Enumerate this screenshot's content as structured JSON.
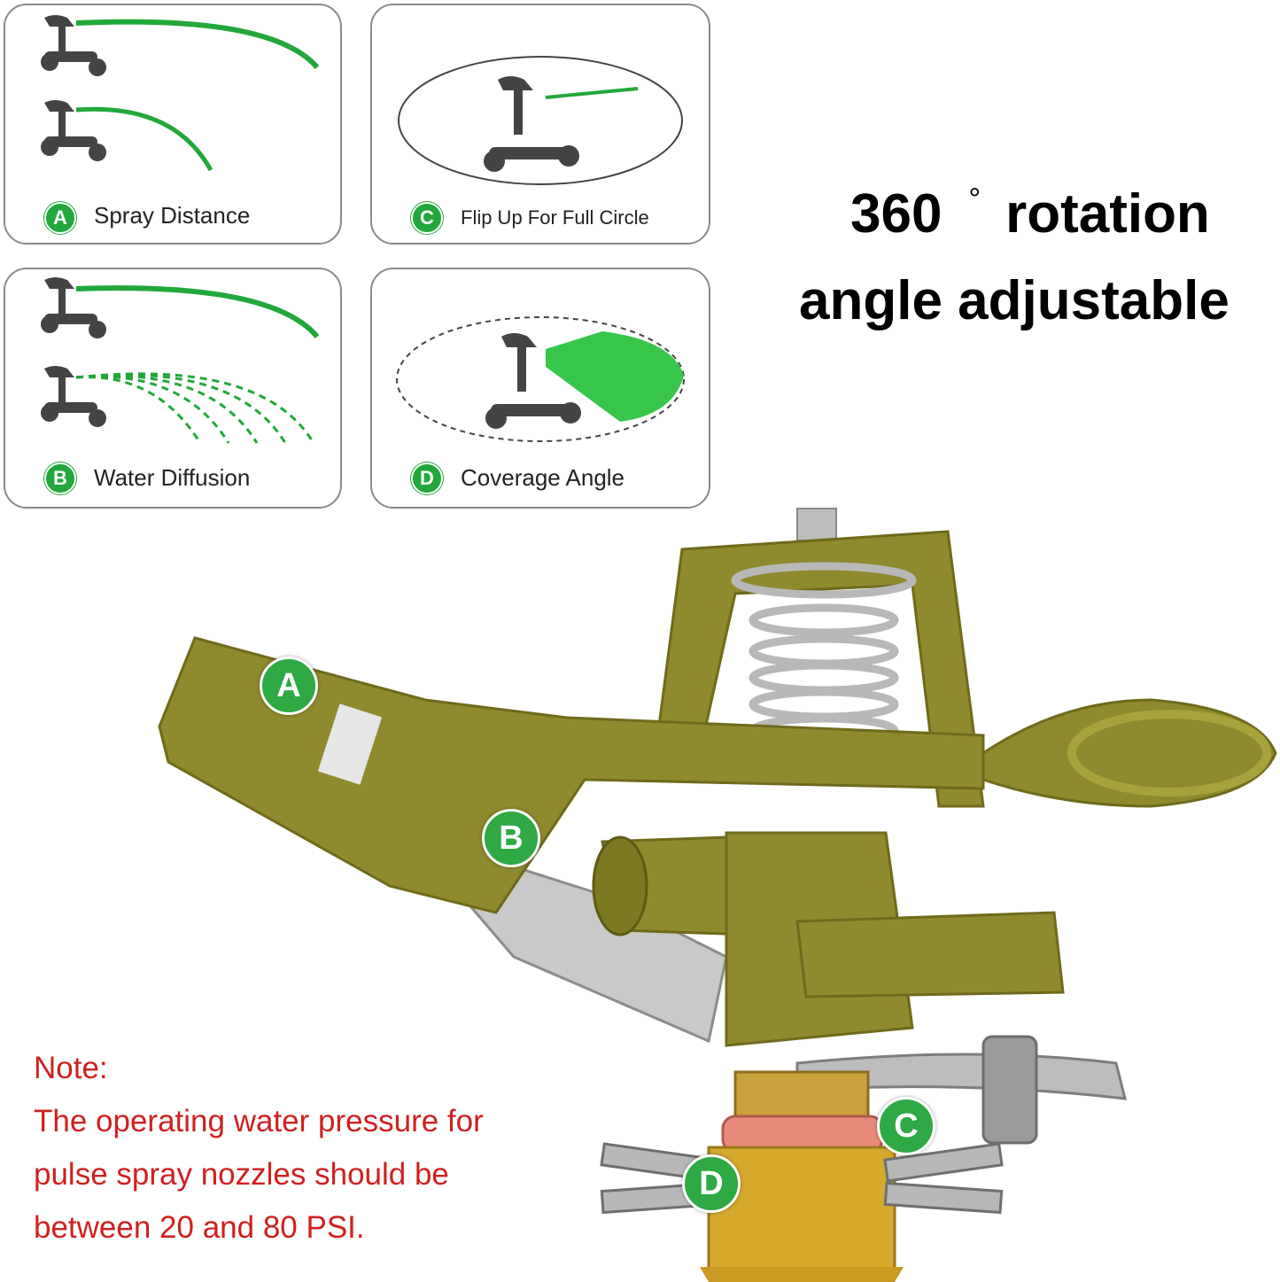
{
  "panels": [
    {
      "letter": "A",
      "label": "Spray Distance"
    },
    {
      "letter": "C",
      "label": "Flip Up For Full Circle"
    },
    {
      "letter": "B",
      "label": "Water Diffusion"
    },
    {
      "letter": "D",
      "label": "Coverage Angle"
    }
  ],
  "headline": {
    "line1_number": "360",
    "line1_degree": "°",
    "line1_word": "rotation",
    "line2": "angle adjustable"
  },
  "note": {
    "title": "Note:",
    "lines": [
      "The operating water pressure for",
      "pulse spray nozzles should be",
      "between 20 and 80 PSI."
    ]
  },
  "callouts": [
    "A",
    "B",
    "C",
    "D"
  ],
  "colors": {
    "accent_green": "#22a83a",
    "sprinkler_body": "#8f8a2e",
    "brass": "#d4a92c",
    "note_red": "#d02020"
  }
}
